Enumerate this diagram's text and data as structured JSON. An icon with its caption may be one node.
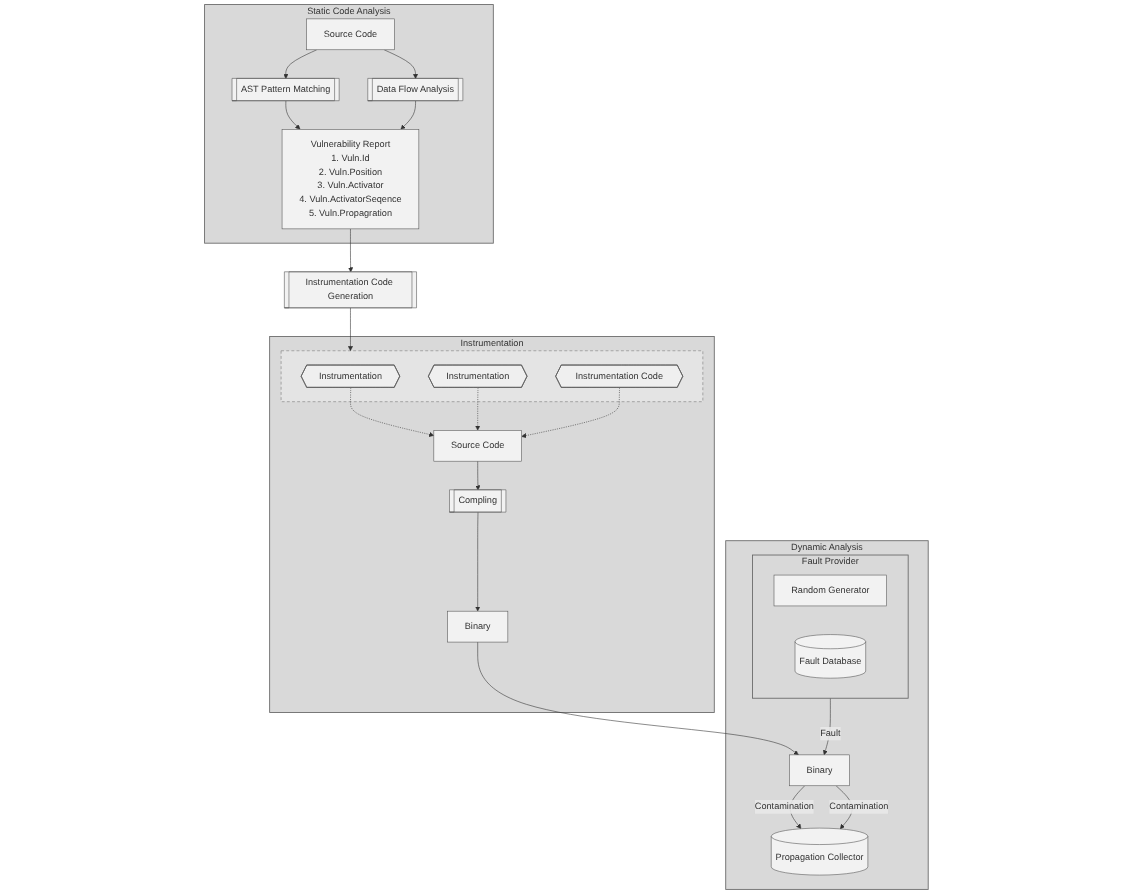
{
  "diagram": {
    "nodes": [
      {
        "text": [
          "Static Code Analysis"
        ]
      },
      {
        "text": [
          "Source Code"
        ],
        "in": 0
      },
      {
        "text": [
          "AST Pattern Matching"
        ],
        "in": 0
      },
      {
        "text": [
          "Data Flow Analysis"
        ],
        "in": 0
      },
      {
        "text": [
          "Vulnerability Report",
          "1. Vuln.Id",
          "2. Vuln.Position",
          "3. Vuln.Activator",
          "4. Vuln.ActivatorSeqence",
          "5. Vuln.Propagration"
        ],
        "in": 0
      },
      {
        "text": [
          "Instrumentation Code Generation"
        ]
      },
      {
        "text": [
          "Instrumentation"
        ]
      },
      {
        "text": [
          "Binary"
        ],
        "in": 6
      },
      {
        "text": [
          "Compling"
        ],
        "in": 6
      },
      {
        "text": [
          "Source Code"
        ],
        "in": 6
      },
      {
        "text": [],
        "shape": "box",
        "in": 6
      },
      {
        "text": [
          "Instrumentation"
        ],
        "in": 10
      },
      {
        "text": [
          "Instrumentation"
        ],
        "in": 10
      },
      {
        "text": [
          "Instrumentation Code"
        ],
        "in": 10
      },
      {
        "text": [
          "Dynamic Analysis"
        ]
      },
      {
        "text": [
          "Fault Provider"
        ],
        "in": 14
      },
      {
        "text": [
          "Random Generator"
        ],
        "in": 15
      },
      {
        "text": [
          "Fault Database"
        ],
        "in": 15
      },
      {
        "text": [
          "Binary"
        ],
        "in": 14
      },
      {
        "text": [
          "Propagation Collector"
        ],
        "in": 14
      }
    ],
    "edges": [
      {
        "from": 1,
        "to": 2,
        "arrow": "to"
      },
      {
        "from": 1,
        "to": 3,
        "arrow": "to"
      },
      {
        "from": 2,
        "to": 4,
        "arrow": "to"
      },
      {
        "from": 3,
        "to": 4,
        "arrow": "to"
      },
      {
        "from": 4,
        "to": 5,
        "arrow": "to"
      },
      {
        "from": 5,
        "to": 10,
        "arrow": "to"
      },
      {
        "from": 11,
        "to": 9,
        "arrow": "to",
        "style": "dashed"
      },
      {
        "from": 12,
        "to": 9,
        "arrow": "to",
        "style": "dashed"
      },
      {
        "from": 13,
        "to": 9,
        "arrow": "to",
        "style": "dashed"
      },
      {
        "from": 9,
        "to": 8,
        "arrow": "to"
      },
      {
        "from": 8,
        "to": 7,
        "arrow": "to"
      },
      {
        "from": 7,
        "to": 18,
        "arrow": "to"
      },
      {
        "from": 15,
        "to": 18,
        "arrow": "to",
        "label": "Fault"
      },
      {
        "from": 18,
        "to": 19,
        "arrow": "to",
        "label": "Contamination"
      },
      {
        "from": 18,
        "to": 19,
        "arrow": "to",
        "label": "Contamination"
      }
    ]
  }
}
